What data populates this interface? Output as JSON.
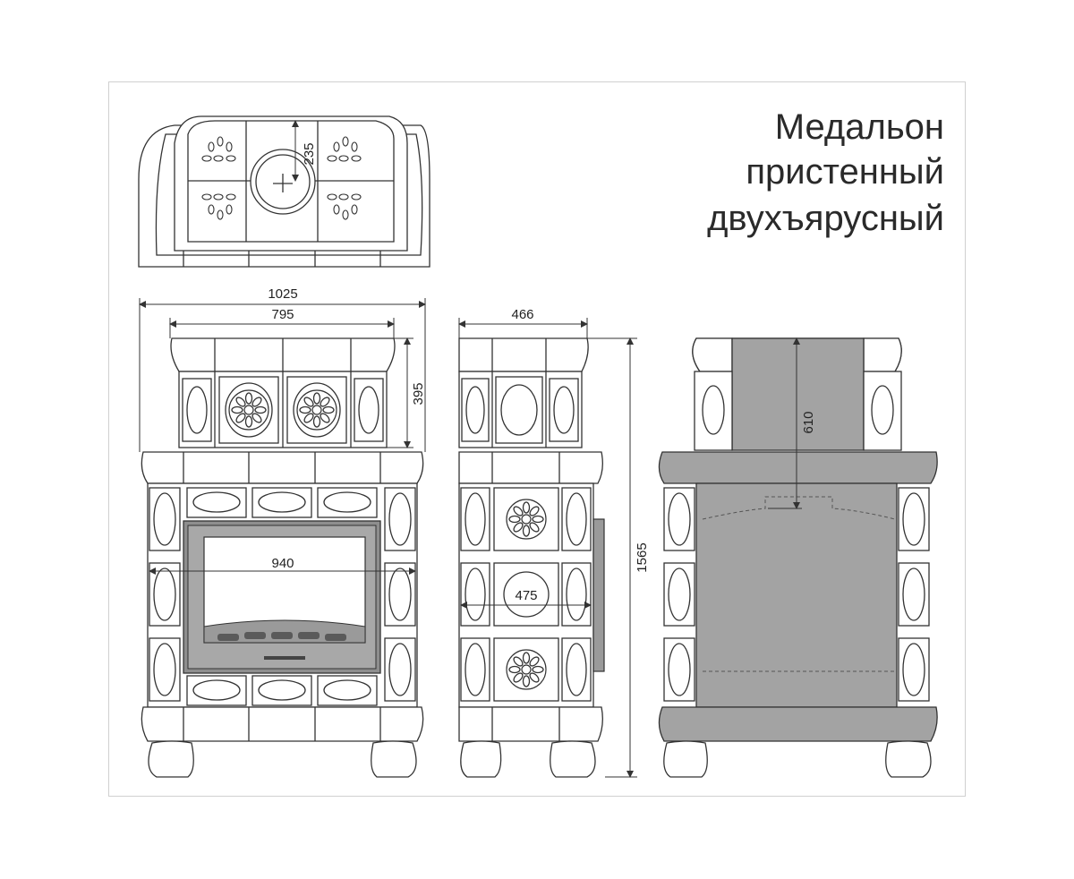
{
  "title": {
    "line1": "Медальон",
    "line2": "пристенный",
    "line3": "двухъярусный"
  },
  "dimensions": {
    "top_diameter": "235",
    "overall_width": "1025",
    "upper_width": "795",
    "upper_height": "395",
    "side_depth": "466",
    "total_height": "1565",
    "firebox_width": "940",
    "side_width": "475",
    "section_height": "610"
  },
  "colors": {
    "line": "#333333",
    "section_fill": "#a3a3a3",
    "background": "#ffffff"
  }
}
